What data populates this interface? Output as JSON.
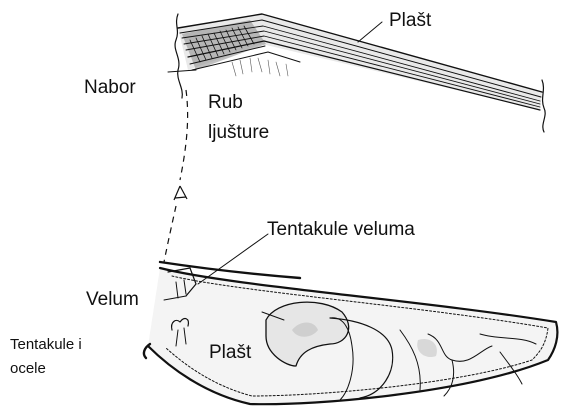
{
  "labels": {
    "plast_top": "Plašt",
    "nabor": "Nabor",
    "rub_line1": "Rub",
    "rub_line2": "ljušture",
    "tentakule_veluma": "Tentakule veluma",
    "velum": "Velum",
    "tentakule_i_ocele_line1": "Tentakule i",
    "tentakule_i_ocele_line2": "ocele",
    "plast_bottom": "Plašt"
  }
}
